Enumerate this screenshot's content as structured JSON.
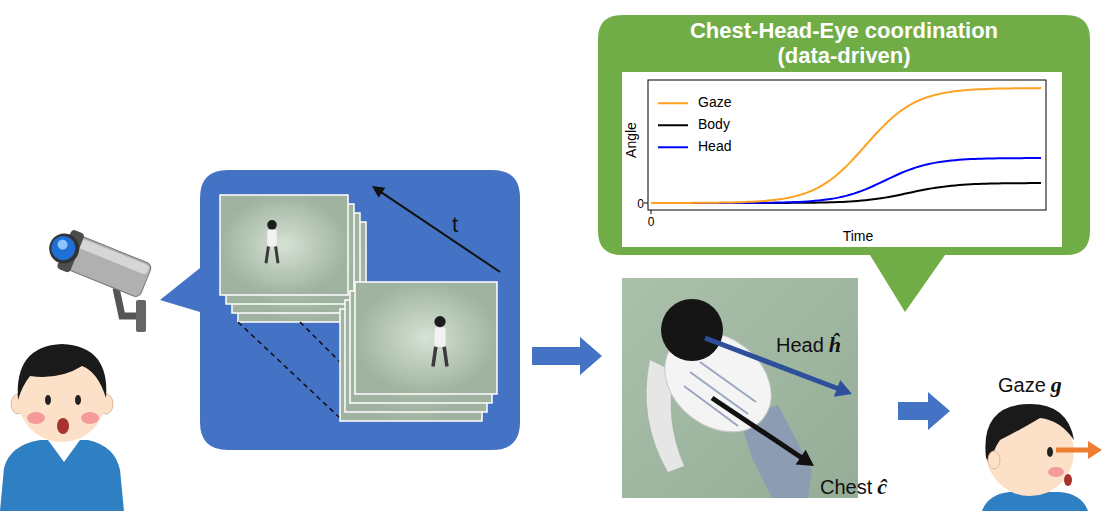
{
  "diagram": {
    "nodes": [
      {
        "text": [
          "Chest-Head-Eye coordination (data-driven)"
        ]
      },
      {
        "text": [
          "t"
        ]
      },
      {
        "text": [
          "Head",
          "ĥ",
          "Chest",
          "ĉ"
        ]
      },
      {
        "text": [
          "Gaze",
          "g"
        ]
      }
    ],
    "edges": [
      {
        "from": 1,
        "to": 2,
        "arrow": "to"
      },
      {
        "from": 2,
        "to": 3,
        "arrow": "to"
      }
    ],
    "labels": [
      "Angle",
      "0",
      "0",
      "Time"
    ],
    "legend": [
      {
        "text": "Gaze"
      },
      {
        "text": "Body"
      },
      {
        "text": "Head"
      }
    ]
  }
}
